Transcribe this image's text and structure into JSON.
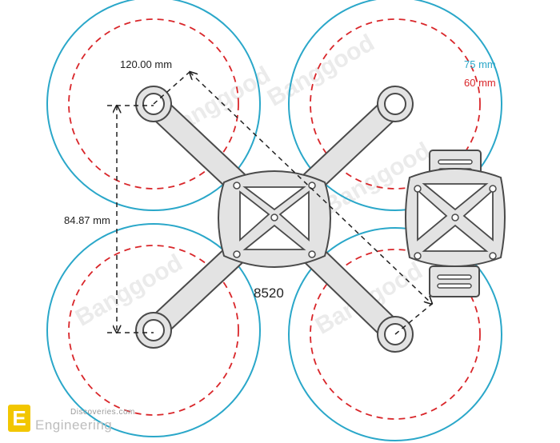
{
  "dimensions": {
    "diagonal_motor_distance": "120.00 mm",
    "side_motor_distance": "84.87 mm"
  },
  "model": "8520",
  "legend": [
    {
      "label": "75 mm",
      "color": "#2aa7c9"
    },
    {
      "label": "60 mm",
      "color": "#d9262a"
    }
  ],
  "watermark_text": "Banggood",
  "brand": {
    "logo_letter": "E",
    "line1": "Discoveries.com",
    "line2": "Engineering",
    "accent_color": "#f2c600"
  },
  "colors": {
    "outer_circle": "#2aa7c9",
    "inner_circle": "#d9262a",
    "frame_fill": "#e3e3e3",
    "frame_stroke": "#4a4a4a"
  }
}
